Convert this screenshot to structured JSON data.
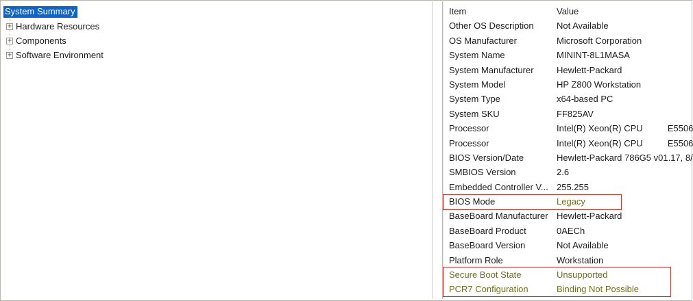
{
  "colors": {
    "selection_blue": "#0c64cc",
    "annotation_red": "#d23430",
    "highlight_text_olive": "#6e6e1e",
    "text": "#1c1c1c",
    "border": "#b6b6ae"
  },
  "tree": {
    "expand_glyph": "+",
    "items": [
      {
        "label": "System Summary",
        "selected": true,
        "expandable": false
      },
      {
        "label": "Hardware Resources",
        "selected": false,
        "expandable": true
      },
      {
        "label": "Components",
        "selected": false,
        "expandable": true
      },
      {
        "label": "Software Environment",
        "selected": false,
        "expandable": true
      }
    ]
  },
  "list": {
    "columns": [
      "Item",
      "Value"
    ],
    "rows": [
      {
        "item": "Other OS Description",
        "value": "Not Available"
      },
      {
        "item": "OS Manufacturer",
        "value": "Microsoft Corporation"
      },
      {
        "item": "System Name",
        "value": "MININT-8L1MASA"
      },
      {
        "item": "System Manufacturer",
        "value": "Hewlett-Packard"
      },
      {
        "item": "System Model",
        "value": "HP Z800 Workstation"
      },
      {
        "item": "System Type",
        "value": "x64-based PC"
      },
      {
        "item": "System SKU",
        "value": "FF825AV"
      },
      {
        "item": "Processor",
        "value": "Intel(R) Xeon(R) CPU          E5506"
      },
      {
        "item": "Processor",
        "value": "Intel(R) Xeon(R) CPU          E5506"
      },
      {
        "item": "BIOS Version/Date",
        "value": "Hewlett-Packard 786G5 v01.17, 8/"
      },
      {
        "item": "SMBIOS Version",
        "value": "2.6"
      },
      {
        "item": "Embedded Controller V...",
        "value": "255.255"
      },
      {
        "item": "BIOS Mode",
        "value": "Legacy",
        "value_emphasis": true
      },
      {
        "item": "BaseBoard Manufacturer",
        "value": "Hewlett-Packard"
      },
      {
        "item": "BaseBoard Product",
        "value": "0AECh"
      },
      {
        "item": "BaseBoard Version",
        "value": "Not Available"
      },
      {
        "item": "Platform Role",
        "value": "Workstation"
      },
      {
        "item": "Secure Boot State",
        "value": "Unsupported",
        "row_emphasis": true
      },
      {
        "item": "PCR7 Configuration",
        "value": "Binding Not Possible",
        "row_emphasis": true
      }
    ]
  }
}
